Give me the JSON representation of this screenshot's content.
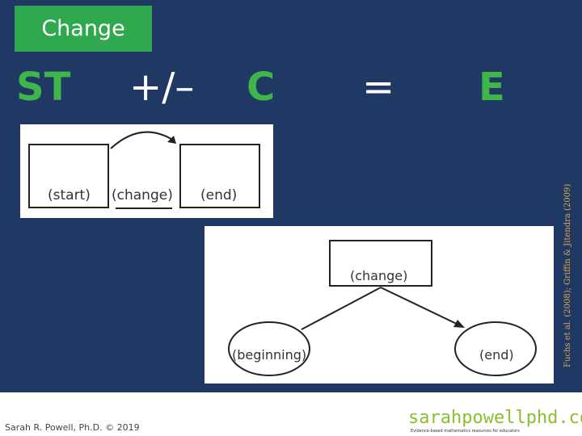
{
  "title": "Change",
  "equation": {
    "start": "ST",
    "op": "+/–",
    "change": "C",
    "equals": "=",
    "end": "E"
  },
  "diagram1": {
    "labels": [
      "(start)",
      "(change)",
      "(end)"
    ]
  },
  "diagram2": {
    "labels": [
      "(change)",
      "(beginning)",
      "(end)"
    ]
  },
  "citation": "Fuchs et al. (2008); Griffin & Jitendra (2009)",
  "footer": {
    "author": "Sarah R. Powell, Ph.D. © 2019",
    "logo": "sarahpowellphd.com",
    "tagline": "Evidence-based mathematics resources for educators"
  },
  "colors": {
    "background": "#1f3864",
    "accent": "#2fa84f",
    "citation": "#e0a94a",
    "logo": "#8bbf2f"
  }
}
